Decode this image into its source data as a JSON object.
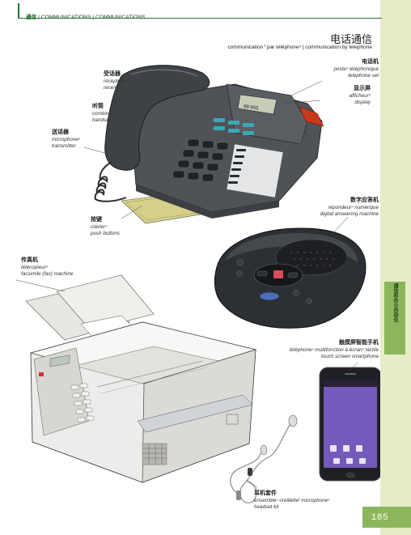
{
  "breadcrumb": {
    "cn": "通信",
    "sep1": "|",
    "fr": "COMMUNICATIONS",
    "sep2": "|",
    "en": "COMMUNICATIONS"
  },
  "section": {
    "title_cn": "电话通信",
    "subtitle": "communication ᶠ par téléphoneⁿ | communication by telephone"
  },
  "labels": {
    "receiver": {
      "cn": "受话器",
      "fr": "récepteurⁿ",
      "en": "receiver"
    },
    "handset": {
      "cn": "听筒",
      "fr": "combinéⁿ",
      "en": "handset"
    },
    "transmitter": {
      "cn": "送话器",
      "fr": "microphoneⁿ",
      "en": "transmitter"
    },
    "push_buttons": {
      "cn": "按键",
      "fr": "clavierⁿ",
      "en": "push buttons"
    },
    "telephone_set": {
      "cn": "电话机",
      "fr": "posteⁿ téléphonique",
      "en": "telephone set"
    },
    "display": {
      "cn": "显示屏",
      "fr": "afficheurⁿ",
      "en": "display"
    },
    "answering_machine": {
      "cn": "数字应答机",
      "fr": "répondeurⁿ numérique",
      "en": "digital answering machine"
    },
    "fax": {
      "cn": "传真机",
      "fr": "télécopieurⁿ",
      "en": "facsimile (fax) machine"
    },
    "smartphone": {
      "cn": "触摸屏智能手机",
      "fr": "téléphoneⁿ multifonction à écranⁿ tactile",
      "en": "touch screen smartphone"
    },
    "headset": {
      "cn": "耳机套件",
      "fr": "ensembleⁿ oreilletteᶠ microphoneⁿ",
      "en": "headset kit"
    }
  },
  "side_tab": "通信和办公自动化",
  "page_number": "185",
  "colors": {
    "accent_green": "#1e7a2e",
    "tab_green": "#8bb65c",
    "strip": "#e7ecc8"
  }
}
